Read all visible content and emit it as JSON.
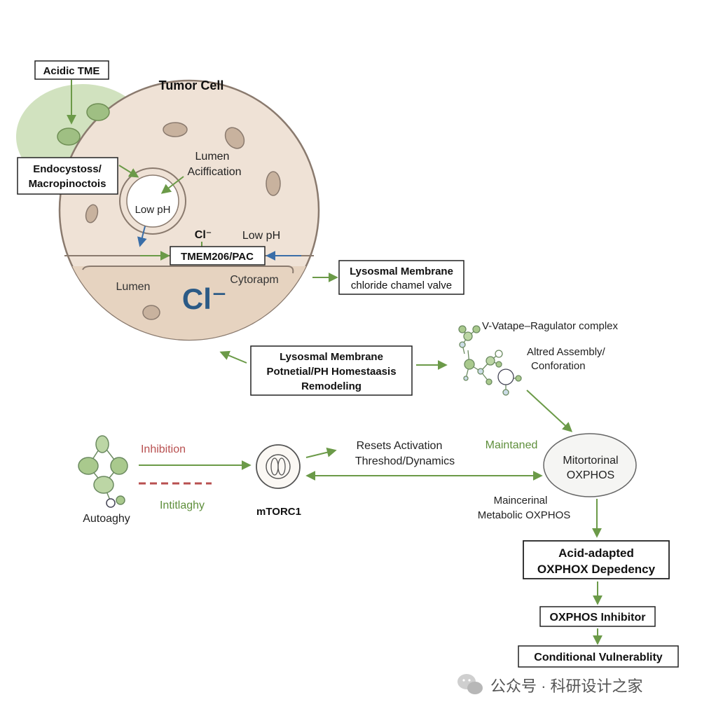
{
  "diagram": {
    "tumor_cell_title": "Tumor Cell",
    "acidic_tme": "Acidic TME",
    "endocytosis_line1": "Endocystoss/",
    "endocytosis_line2": "Macropinoctois",
    "lumen_acid_line1": "Lumen",
    "lumen_acid_line2": "Aciffication",
    "vesicle_low_ph": "Low pH",
    "cl_small": "Cl⁻",
    "cell_low_ph": "Low pH",
    "tmem_label": "TMEM206/PAC",
    "lumen_label": "Lumen",
    "cytoplasm_label": "Cytorapm",
    "cl_large": "Cl⁻",
    "lyso_valve_line1": "Lysosmal Membrane",
    "lyso_valve_line2": "chloride chamel valve",
    "vatpase_line1": "V-Vatape–Ragulator complex",
    "altered_line1": "Altred Assembly/",
    "altered_line2": "Conforation",
    "potential_line1": "Lysosmal Membrane",
    "potential_line2": "Potnetial/PH Homestaasis",
    "potential_line3": "Remodeling",
    "inhibition_label": "Inhibition",
    "intitlaghy_label": "Intitlaghy",
    "autophagy_label": "Autoaghy",
    "mtorc1_label": "mTORC1",
    "resets_line1": "Resets Activation",
    "resets_line2": "Threshod/Dynamics",
    "maintained_label": "Maintaned",
    "mito_line1": "Mitortorinal",
    "mito_line2": "OXPHOS",
    "maint_line1": "Maincerinal",
    "maint_line2": "Metabolic OXPHOS",
    "acid_adapted_line1": "Acid-adapted",
    "acid_adapted_line2": "OXPHOX Depedency",
    "oxphos_inhibitor": "OXPHOS Inhibitor",
    "conditional_vulnerability": "Conditional Vulnerablity",
    "watermark": "公众号 · 科研设计之家"
  },
  "colors": {
    "arrow_green": "#6b9a48",
    "arrow_blue": "#3a6ea8",
    "cell_fill": "#efe2d6",
    "lumen_fill": "#e6d3c0",
    "organelle": "#c8b29e",
    "tme_blob": "#c9ddb4",
    "cl_blue": "#2b5a86",
    "inhibition_red": "#b85050",
    "maintained_green": "#5f8f3c"
  }
}
